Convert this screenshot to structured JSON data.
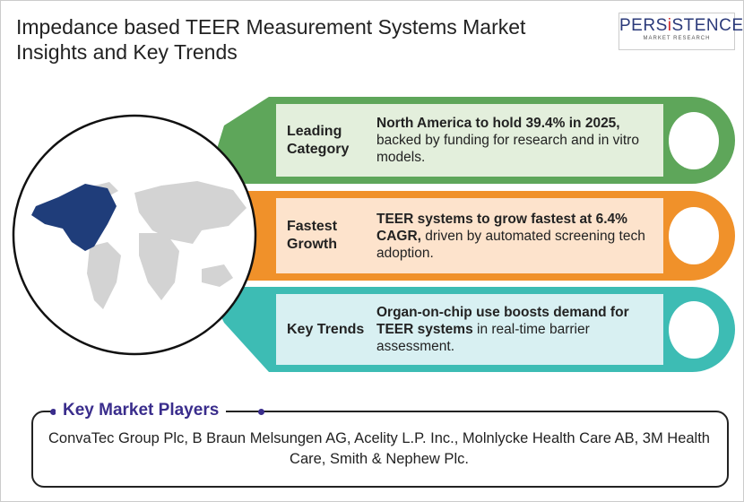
{
  "title": "Impedance based TEER Measurement Systems Market Insights and Key Trends",
  "logo": {
    "main_a": "PERS",
    "main_i": "i",
    "main_b": "STENCE",
    "sub": "MARKET RESEARCH"
  },
  "insights": [
    {
      "category": "Leading Category",
      "bold": "North America to hold 39.4% in 2025,",
      "text": " backed by funding for research and in vitro models.",
      "color": "#5ea65a",
      "bg": "#e3efdc"
    },
    {
      "category": "Fastest Growth",
      "bold": "TEER systems to grow fastest at 6.4% CAGR,",
      "text": " driven by automated screening tech adoption.",
      "color": "#f0912a",
      "bg": "#fde3cc"
    },
    {
      "category": "Key Trends",
      "bold": "Organ-on-chip use boosts demand for TEER systems",
      "text": " in real-time barrier assessment.",
      "color": "#3dbcb4",
      "bg": "#d8f0f2"
    }
  ],
  "players": {
    "title": "Key Market Players",
    "text": "ConvaTec Group Plc, B Braun Melsungen AG, Acelity L.P. Inc., Molnlycke Health Care AB, 3M Health Care, Smith & Nephew Plc."
  }
}
